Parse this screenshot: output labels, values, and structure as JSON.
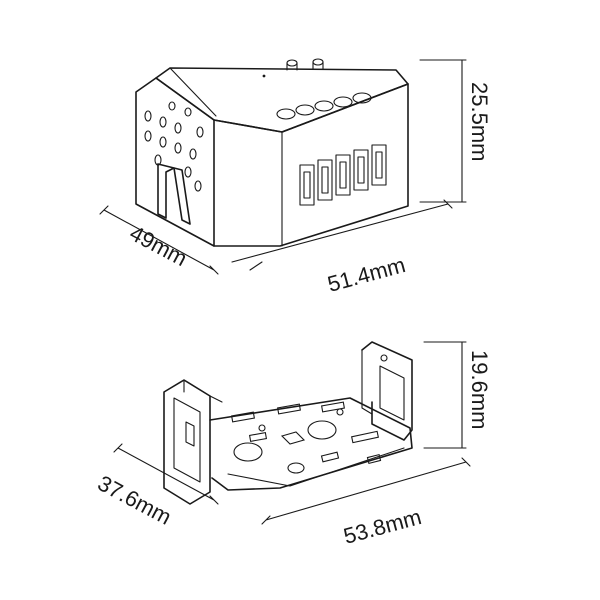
{
  "module": {
    "depth": "49mm",
    "width": "51.4mm",
    "height": "25.5mm"
  },
  "bracket": {
    "depth": "37.6mm",
    "width": "53.8mm",
    "height": "19.6mm"
  }
}
